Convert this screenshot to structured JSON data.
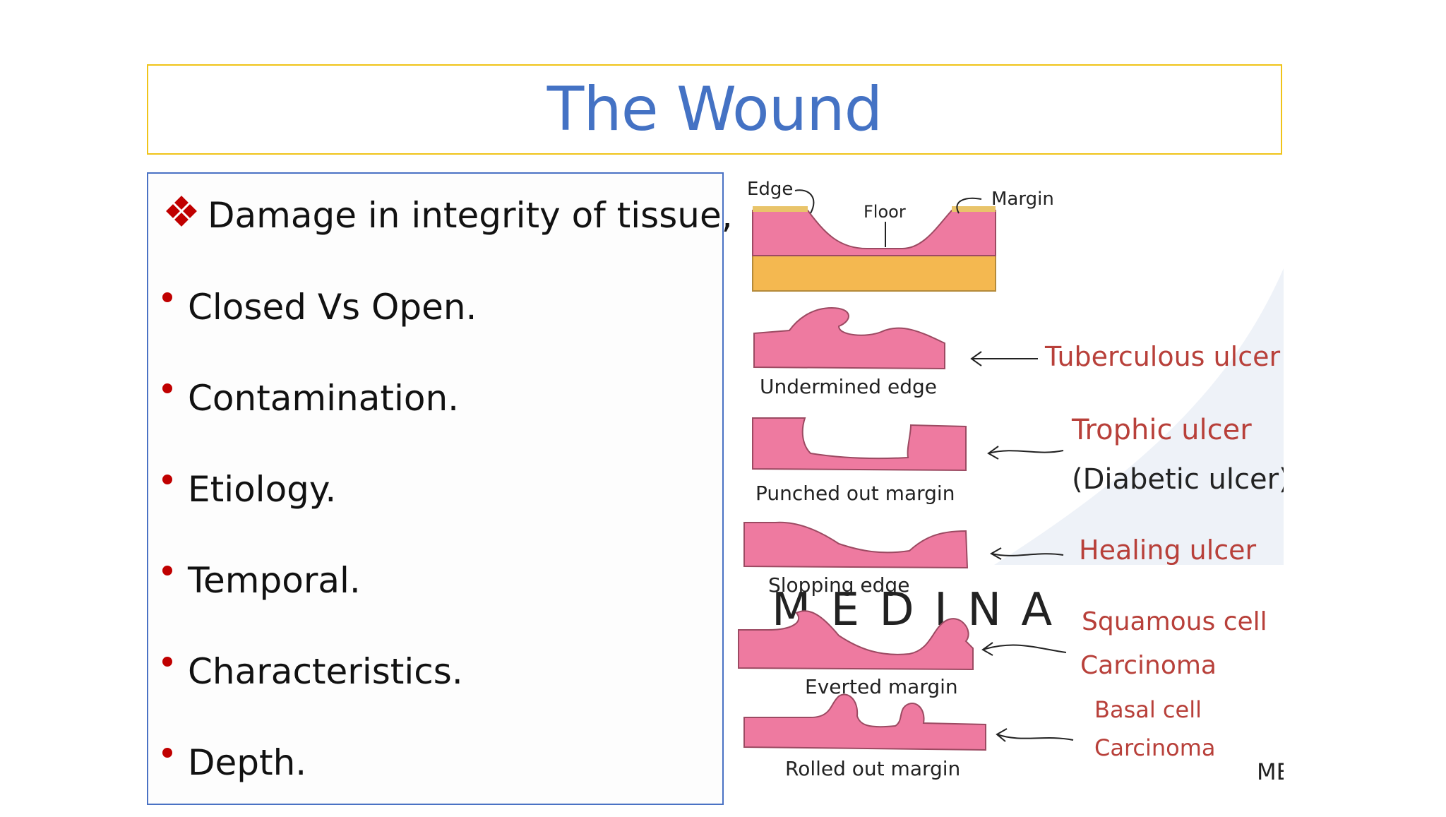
{
  "slide": {
    "title": "The Wound",
    "heading_item": "Damage in integrity of tissue,",
    "bullets": [
      "Closed Vs Open.",
      "Contamination.",
      "Etiology.",
      "Temporal.",
      "Characteristics.",
      "Depth."
    ]
  },
  "figure": {
    "top_labels": {
      "edge": "Edge",
      "floor": "Floor",
      "margin": "Margin"
    },
    "shapes": [
      "Undermined edge",
      "Punched out margin",
      "Slopping edge",
      "Everted margin",
      "Rolled out margin"
    ],
    "ulcers": [
      "Tuberculous ulcer",
      "Trophic ulcer",
      "(Diabetic ulcer)",
      "Healing ulcer",
      "Squamous cell",
      "Carcinoma",
      "Basal cell",
      "Carcinoma"
    ],
    "watermark": "M E D I N A",
    "corner_text": "ME",
    "colors": {
      "tissue": "#ee7aa0",
      "fat": "#f4b850",
      "skin_top": "#e9c46a",
      "ulcer_text": "#b8403a"
    }
  }
}
